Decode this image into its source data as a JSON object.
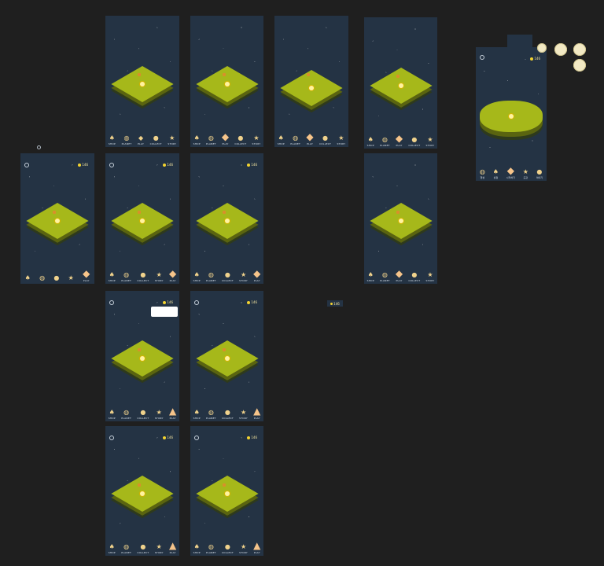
{
  "nav": {
    "shop": "SHOP",
    "planet": "PLANET",
    "play": "PLAY",
    "collect": "COLLECT",
    "story": "STORY"
  },
  "coins": "146",
  "korean_nav": [
    "행성",
    "상점",
    "시작하기",
    "도감",
    "이야기"
  ],
  "icons": {
    "shop": "shop-mushroom-icon",
    "planet": "planet-icon",
    "play": "cat-play-icon",
    "collect": "collect-icon",
    "story": "star-icon",
    "settings": "gear-icon",
    "coin": "coin-icon"
  },
  "colors": {
    "background": "#1f1f1f",
    "sky": "#243344",
    "island_top": "#a6b81a",
    "island_side": "#5a6410"
  }
}
